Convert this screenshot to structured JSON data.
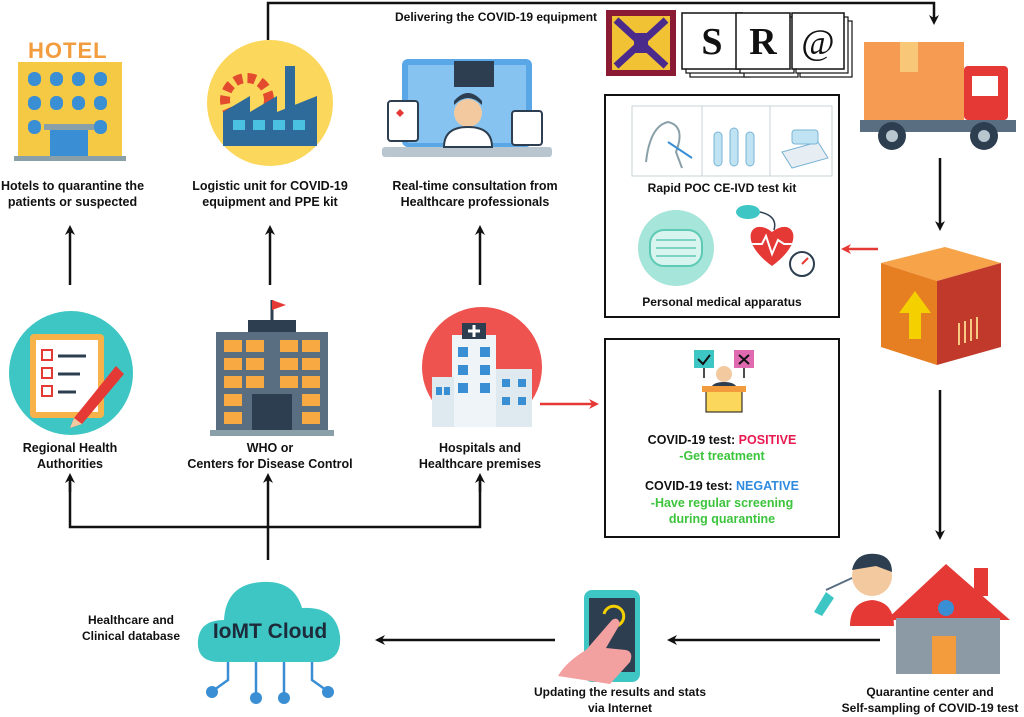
{
  "top_flow": {
    "label": "Delivering the COVID-19 equipment"
  },
  "logos": [
    "S",
    "R",
    "@"
  ],
  "nodes": {
    "hotel": {
      "sign": "HOTEL",
      "lines": [
        "Hotels to quarantine the",
        "patients or suspected"
      ]
    },
    "logistic": {
      "lines": [
        "Logistic unit for COVID-19",
        "equipment and PPE kit"
      ]
    },
    "consult": {
      "lines": [
        "Real-time consultation from",
        "Healthcare professionals"
      ]
    },
    "regional": {
      "lines": [
        "Regional Health",
        "Authorities"
      ]
    },
    "who": {
      "lines": [
        "WHO or",
        "Centers for Disease Control"
      ]
    },
    "hospital": {
      "lines": [
        "Hospitals and",
        "Healthcare premises"
      ]
    },
    "iomt": {
      "title": "IoMT Cloud",
      "side_lines": [
        "Healthcare and",
        "Clinical database"
      ]
    },
    "phone": {
      "lines": [
        "Updating the results and stats",
        "via Internet"
      ]
    },
    "quarantine": {
      "lines": [
        "Quarantine center and",
        "Self-sampling of COVID-19 test"
      ]
    }
  },
  "kit_box": {
    "test_kit_label": "Rapid POC CE-IVD test kit",
    "apparatus_label": "Personal medical apparatus"
  },
  "result_box": {
    "positive_prefix": "COVID-19 test: ",
    "positive_word": "POSITIVE",
    "positive_action": "-Get treatment",
    "negative_prefix": "COVID-19 test: ",
    "negative_word": "NEGATIVE",
    "negative_action_lines": [
      "-Have regular screening",
      "during quarantine"
    ]
  },
  "colors": {
    "arrow_black": "#111111",
    "arrow_red": "#e53935",
    "positive": "#e8194f",
    "negative": "#2f8be0",
    "action_green": "#3cc43c",
    "circle_yellow": "#fbd75b",
    "circle_teal": "#3ec6c4",
    "circle_red": "#ef5350",
    "truck_orange": "#f59b52",
    "truck_red": "#e53935",
    "cloud_teal": "#3ec6c4"
  }
}
